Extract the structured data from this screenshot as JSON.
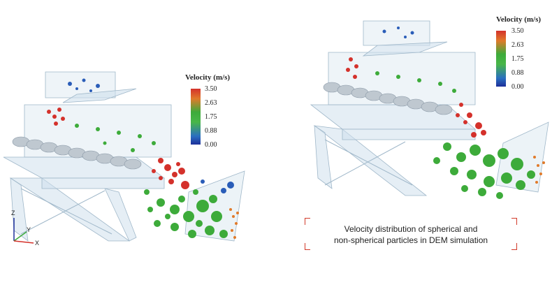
{
  "legend_left": {
    "title": "Velocity (m/s)",
    "ticks": [
      "3.50",
      "2.63",
      "1.75",
      "0.88",
      "0.00"
    ]
  },
  "legend_right": {
    "title": "Velocity (m/s)",
    "ticks": [
      "3.50",
      "2.63",
      "1.75",
      "0.88",
      "0.00"
    ]
  },
  "axes": {
    "z": "Z",
    "y": "Y",
    "x": "X"
  },
  "caption": {
    "line1": "Velocity distribution of spherical and",
    "line2": "non-spherical particles in DEM simulation"
  },
  "colors": {
    "high": "#d4312b",
    "mid": "#3dab3a",
    "low": "#1d2f9a",
    "frame": "#b9d3e4",
    "accent": "#d23a2a"
  }
}
